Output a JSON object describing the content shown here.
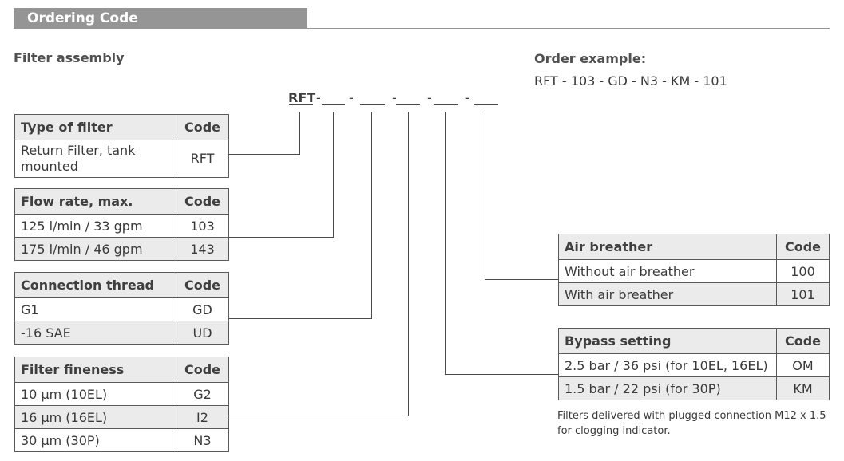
{
  "header": {
    "title": "Ordering Code"
  },
  "left_heading": "Filter assembly",
  "order_example": {
    "label": "Order example:",
    "value": "RFT - 103 - GD - N3 - KM - 101"
  },
  "code_pattern": {
    "prefix": "RFT",
    "sep": "-"
  },
  "tables": {
    "type": {
      "title": "Type of filter",
      "code_header": "Code",
      "rows": [
        {
          "label": "Return Filter, tank mounted",
          "code": "RFT"
        }
      ]
    },
    "flow": {
      "title": "Flow rate, max.",
      "code_header": "Code",
      "rows": [
        {
          "label": "125 l/min / 33 gpm",
          "code": "103"
        },
        {
          "label": "175 l/min / 46 gpm",
          "code": "143"
        }
      ]
    },
    "thread": {
      "title": "Connection thread",
      "code_header": "Code",
      "rows": [
        {
          "label": "G1",
          "code": "GD"
        },
        {
          "label": "-16 SAE",
          "code": "UD"
        }
      ]
    },
    "fineness": {
      "title": "Filter fineness",
      "code_header": "Code",
      "rows": [
        {
          "label": "10 µm (10EL)",
          "code": "G2"
        },
        {
          "label": "16 µm (16EL)",
          "code": "I2"
        },
        {
          "label": "30 µm (30P)",
          "code": "N3"
        }
      ]
    },
    "breather": {
      "title": "Air breather",
      "code_header": "Code",
      "rows": [
        {
          "label": "Without air breather",
          "code": "100"
        },
        {
          "label": "With air breather",
          "code": "101"
        }
      ]
    },
    "bypass": {
      "title": "Bypass setting",
      "code_header": "Code",
      "rows": [
        {
          "label": "2.5 bar / 36 psi (for 10EL, 16EL)",
          "code": "OM"
        },
        {
          "label": "1.5 bar / 22 psi (for 30P)",
          "code": "KM"
        }
      ]
    }
  },
  "note": {
    "line1": "Filters delivered with plugged connection M12 x 1.5",
    "line2": "for clogging indicator."
  }
}
